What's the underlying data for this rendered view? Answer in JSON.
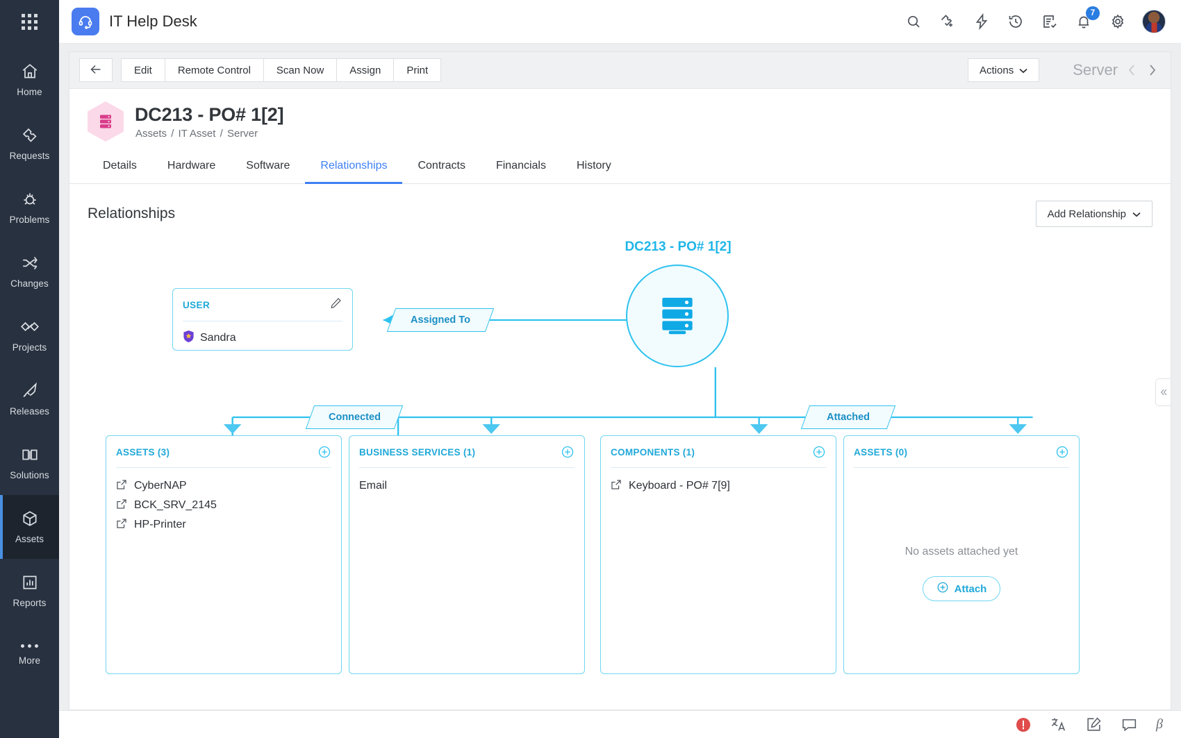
{
  "app": {
    "name": "IT Help Desk",
    "logo_icon": "headset-icon",
    "apps_grid_icon": "apps-grid-icon"
  },
  "topbar": {
    "icons": [
      {
        "name": "search-icon",
        "label": "Search"
      },
      {
        "name": "new-ticket-icon",
        "label": "New Ticket"
      },
      {
        "name": "quick-actions-icon",
        "label": "Quick Actions"
      },
      {
        "name": "history-icon",
        "label": "Recent Items"
      },
      {
        "name": "tasks-icon",
        "label": "Tasks"
      },
      {
        "name": "notifications-icon",
        "label": "Notifications"
      },
      {
        "name": "settings-gear-icon",
        "label": "Settings"
      }
    ],
    "notification_count": "7",
    "avatar_name": "user-avatar"
  },
  "sidebar": {
    "items": [
      {
        "label": "Home",
        "icon": "home-icon",
        "active": false
      },
      {
        "label": "Requests",
        "icon": "ticket-icon",
        "active": false
      },
      {
        "label": "Problems",
        "icon": "bug-icon",
        "active": false
      },
      {
        "label": "Changes",
        "icon": "shuffle-icon",
        "active": false
      },
      {
        "label": "Projects",
        "icon": "projects-icon",
        "active": false
      },
      {
        "label": "Releases",
        "icon": "rocket-icon",
        "active": false
      },
      {
        "label": "Solutions",
        "icon": "book-icon",
        "active": false
      },
      {
        "label": "Assets",
        "icon": "cube-icon",
        "active": true
      },
      {
        "label": "Reports",
        "icon": "chart-icon",
        "active": false
      },
      {
        "label": "More",
        "icon": "more-dots-icon",
        "active": false
      }
    ]
  },
  "toolbar": {
    "back_icon": "arrow-left-icon",
    "buttons": [
      "Edit",
      "Remote Control",
      "Scan Now",
      "Assign",
      "Print"
    ],
    "actions_label": "Actions",
    "record_type": "Server",
    "prev_icon": "chevron-left-icon",
    "next_icon": "chevron-right-icon"
  },
  "page": {
    "title": "DC213 - PO# 1[2]",
    "asset_icon": "server-rack-icon",
    "breadcrumb": [
      "Assets",
      "IT Asset",
      "Server"
    ],
    "breadcrumb_separator": "/"
  },
  "tabs": [
    {
      "label": "Details",
      "active": false
    },
    {
      "label": "Hardware",
      "active": false
    },
    {
      "label": "Software",
      "active": false
    },
    {
      "label": "Relationships",
      "active": true
    },
    {
      "label": "Contracts",
      "active": false
    },
    {
      "label": "Financials",
      "active": false
    },
    {
      "label": "History",
      "active": false
    }
  ],
  "section": {
    "title": "Relationships",
    "add_relationship_label": "Add Relationship",
    "add_relationship_caret": "chevron-down-icon"
  },
  "diagram": {
    "root_label": "DC213 - PO# 1[2]",
    "root_icon": "server-rack-icon",
    "user_box": {
      "title": "USER",
      "edit_icon": "pencil-icon",
      "entries": [
        {
          "label": "Sandra",
          "icon": "shield-star-icon"
        }
      ]
    },
    "connector_labels": {
      "assigned_to": "Assigned To",
      "connected": "Connected",
      "attached": "Attached"
    },
    "panels": [
      {
        "title": "ASSETS (3)",
        "add_icon": "plus-circle-icon",
        "items": [
          {
            "label": "CyberNAP",
            "icon": "external-link-icon"
          },
          {
            "label": "BCK_SRV_2145",
            "icon": "external-link-icon"
          },
          {
            "label": "HP-Printer",
            "icon": "external-link-icon"
          }
        ],
        "empty_message": "",
        "attach_label": ""
      },
      {
        "title": "BUSINESS SERVICES (1)",
        "add_icon": "plus-circle-icon",
        "items": [
          {
            "label": "Email",
            "icon": ""
          }
        ],
        "empty_message": "",
        "attach_label": ""
      },
      {
        "title": "COMPONENTS (1)",
        "add_icon": "plus-circle-icon",
        "items": [
          {
            "label": "Keyboard - PO# 7[9]",
            "icon": "external-link-icon"
          }
        ],
        "empty_message": "",
        "attach_label": ""
      },
      {
        "title": "ASSETS (0)",
        "add_icon": "plus-circle-icon",
        "items": [],
        "empty_message": "No assets attached yet",
        "attach_label": "Attach"
      }
    ]
  },
  "collapse_handle_icon": "chevron-left-double-icon",
  "bottombar": {
    "icons": [
      {
        "name": "alert-icon",
        "label": "Alerts"
      },
      {
        "name": "translate-icon",
        "label": "Translate"
      },
      {
        "name": "notes-icon",
        "label": "Notes"
      },
      {
        "name": "chat-icon",
        "label": "Chat"
      },
      {
        "name": "beta-icon",
        "label": "β"
      }
    ]
  },
  "colors": {
    "accent_cyan": "#2ec2ef",
    "accent_blue": "#3d7ff5",
    "rail_bg": "#28313f",
    "hex_pink": "#fbd9e8",
    "hex_pink_dark": "#d93d8a"
  }
}
